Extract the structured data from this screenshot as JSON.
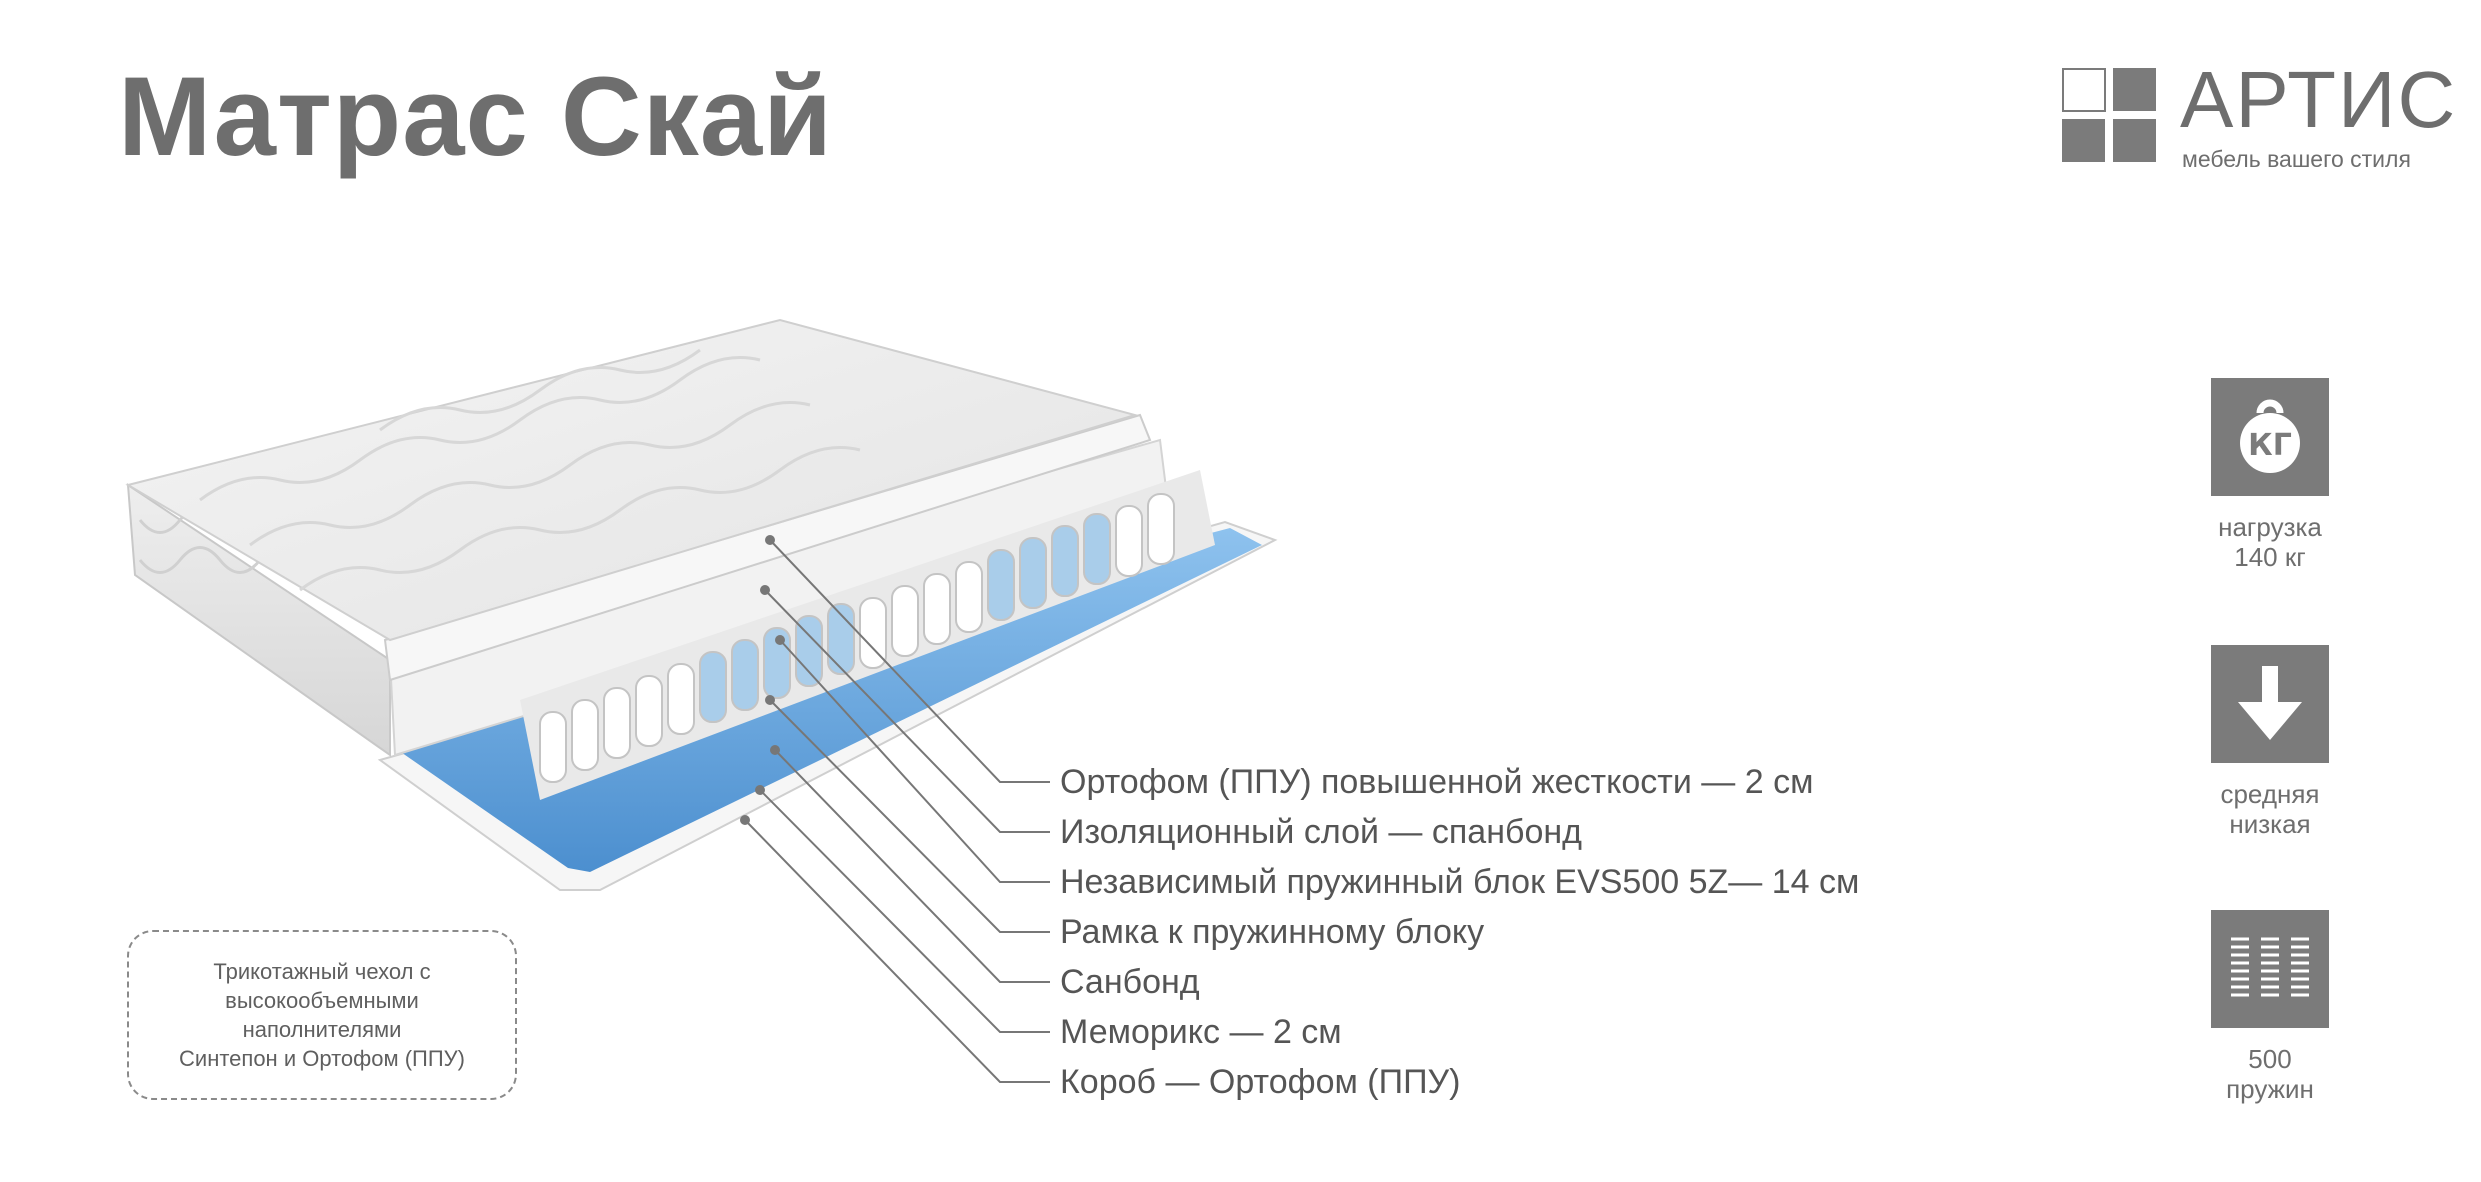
{
  "title": "Матрас Скай",
  "logo": {
    "brand": "АРТИС",
    "tagline": "мебель вашего стиля"
  },
  "layers": [
    "Ортофом (ППУ) повышенной жесткости — 2 см",
    "Изоляционный слой — спанбонд",
    "Независимый пружинный блок EVS500  5Z— 14 см",
    "Рамка к пружинному блоку",
    "Санбонд",
    "Мемórикс — 2 см",
    "Короб — Ортофом (ППУ)"
  ],
  "cover_note": {
    "lines": [
      "Трикотажный чехол с",
      "высокообъемными",
      "наполнителями",
      "Синтепон и Ортофом (ППУ)"
    ]
  },
  "features": [
    {
      "icon": "kg-weight-icon",
      "icon_text": "КГ",
      "lines": [
        "нагрузка",
        "140 кг"
      ]
    },
    {
      "icon": "arrow-down-icon",
      "lines": [
        "средняя",
        "низкая"
      ]
    },
    {
      "icon": "springs-icon",
      "lines": [
        "500",
        "пружин"
      ]
    }
  ],
  "colors": {
    "text": "#6e6e6e",
    "icon_bg": "#7b7b7b",
    "accent_blue": "#5b9bd5"
  }
}
